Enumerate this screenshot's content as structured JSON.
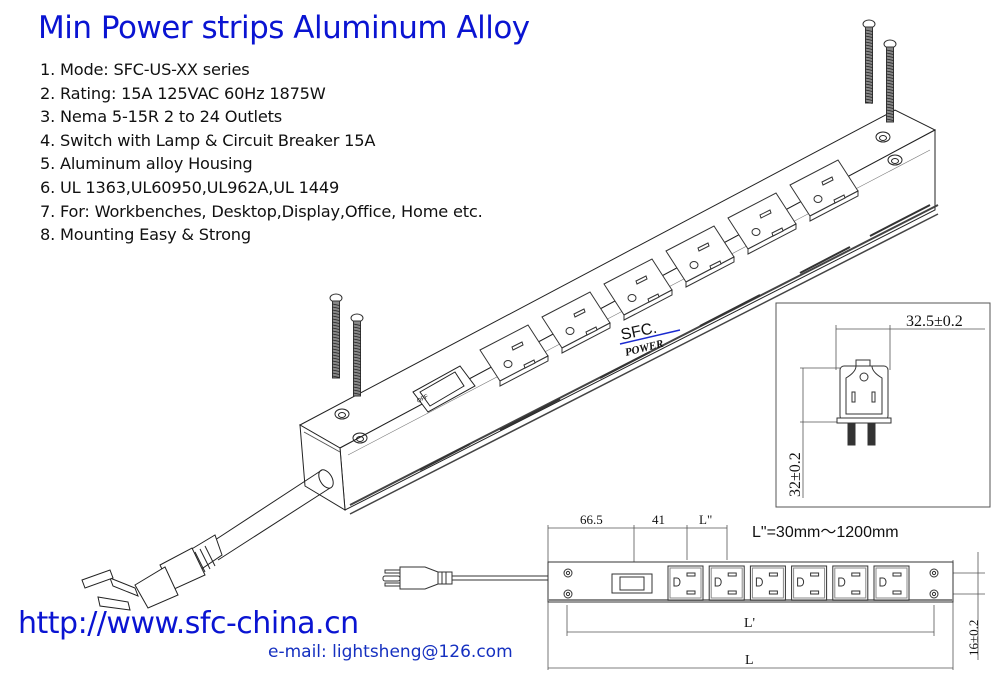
{
  "header": {
    "title": "Min Power strips Aluminum Alloy"
  },
  "specs": [
    "1. Mode: SFC-US-XX series",
    "2. Rating: 15A 125VAC 60Hz 1875W",
    "3. Nema 5-15R 2 to 24 Outlets",
    "4. Switch with Lamp & Circuit Breaker 15A",
    "5. Aluminum alloy Housing",
    "6. UL 1363,UL60950,UL962A,UL 1449",
    "7. For: Workbenches, Desktop,Display,Office, Home etc.",
    "8. Mounting Easy & Strong"
  ],
  "isometric": {
    "logo_top": "SFC.",
    "logo_bottom": "POWER",
    "switch_label": "OFF",
    "outlet_count": 6,
    "colors": {
      "logo_top": "#1a2ad0",
      "logo_bottom": "#d01818"
    }
  },
  "detail_view": {
    "width_dim": "32.5±0.2",
    "height_dim": "32±0.2"
  },
  "front_view": {
    "dim_a": "66.5",
    "dim_b": "41",
    "dim_c": "L\"",
    "range_note": "L\"=30mm～1200mm",
    "dim_lprime": "L'",
    "dim_l": "L",
    "height_dim": "16±0.2",
    "outlet_count": 6
  },
  "footer": {
    "url": "http://www.sfc-china.cn",
    "email": "e-mail: lightsheng@126.com"
  }
}
